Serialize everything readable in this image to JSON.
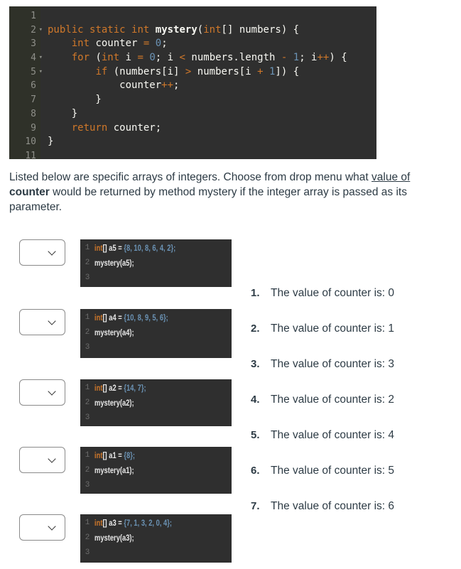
{
  "editor": {
    "line_numbers": [
      "1",
      "2",
      "3",
      "4",
      "5",
      "6",
      "7",
      "8",
      "9",
      "10",
      "11"
    ],
    "folds": {
      "2": "▾",
      "4": "▾",
      "5": "▾"
    },
    "lines": [
      "",
      "public static int mystery(int[] numbers) {",
      "    int counter = 0;",
      "    for (int i = 0; i < numbers.length - 1; i++) {",
      "        if (numbers[i] > numbers[i + 1]) {",
      "            counter++;",
      "        }",
      "    }",
      "    return counter;",
      "}",
      ""
    ]
  },
  "question": {
    "part1": "Listed below are specific arrays of integers. Choose from drop menu  what ",
    "underlined": "value of",
    "bold": "counter",
    "part2": " would be returned by method mystery if the integer array is passed as its parameter."
  },
  "items": [
    {
      "select_value": "",
      "line1": {
        "kw": "int",
        "decl": "[] a5 = ",
        "values": "{8, 10, 8, 6, 4, 2};"
      },
      "line2": "mystery(a5);",
      "gutter": [
        "1",
        "2",
        "3"
      ]
    },
    {
      "select_value": "",
      "line1": {
        "kw": "int",
        "decl": "[] a4 = ",
        "values": "{10, 8, 9, 5, 6};"
      },
      "line2": "mystery(a4);",
      "gutter": [
        "1",
        "2",
        "3"
      ]
    },
    {
      "select_value": "",
      "line1": {
        "kw": "int",
        "decl": "[] a2 = ",
        "values": "{14, 7};"
      },
      "line2": "mystery(a2);",
      "gutter": [
        "1",
        "2",
        "3"
      ]
    },
    {
      "select_value": "",
      "line1": {
        "kw": "int",
        "decl": "[] a1 = ",
        "values": "{8};"
      },
      "line2": "mystery(a1);",
      "gutter": [
        "1",
        "2",
        "3"
      ]
    },
    {
      "select_value": "",
      "line1": {
        "kw": "int",
        "decl": "[] a3 = ",
        "values": "{7, 1, 3, 2, 0, 4};"
      },
      "line2": "mystery(a3);",
      "gutter": [
        "1",
        "2",
        "3"
      ]
    }
  ],
  "answers": [
    {
      "index": "1.",
      "text": "The value of counter is: 0"
    },
    {
      "index": "2.",
      "text": "The value of counter is: 1"
    },
    {
      "index": "3.",
      "text": "The value of counter is: 3"
    },
    {
      "index": "4.",
      "text": "The value of counter is: 2"
    },
    {
      "index": "5.",
      "text": "The value of counter is: 4"
    },
    {
      "index": "6.",
      "text": "The value of counter is: 5"
    },
    {
      "index": "7.",
      "text": "The value of counter is: 6"
    }
  ],
  "colors": {
    "editor_bg": "#2f2f2f",
    "keyword": "#d0782a",
    "number": "#6b93b5",
    "text": "#2d3b45"
  }
}
